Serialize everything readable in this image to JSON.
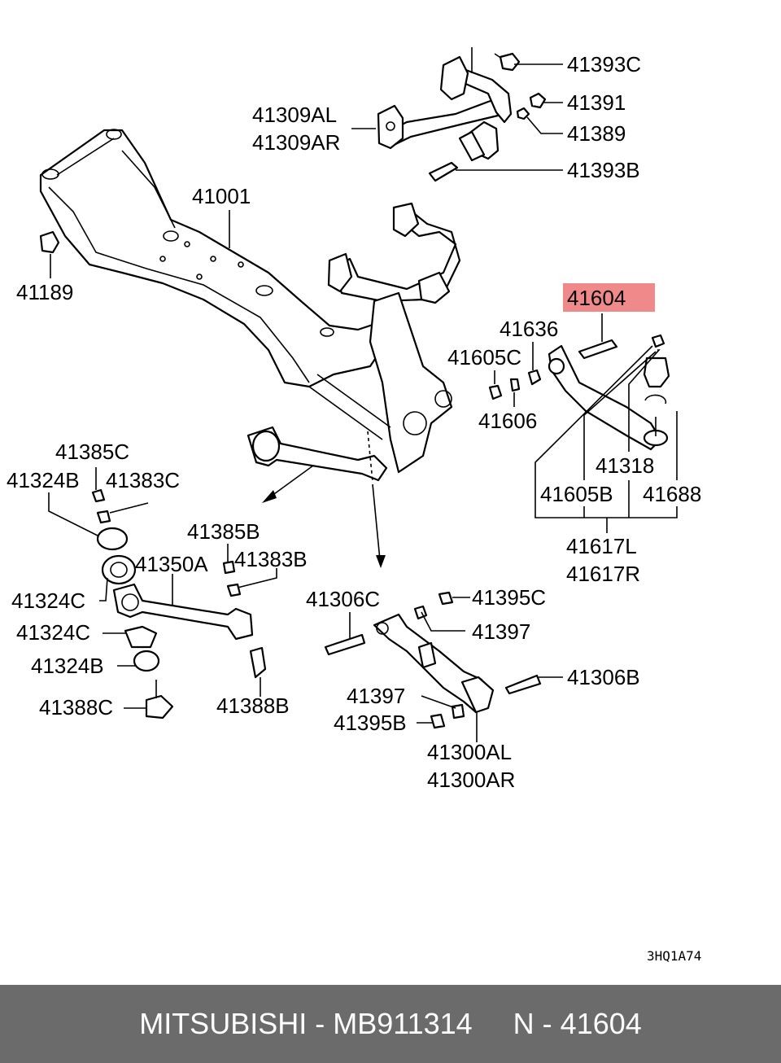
{
  "diagram": {
    "highlight_color": "#f08a8a",
    "labels": {
      "p41393C": "41393C",
      "p41391": "41391",
      "p41389": "41389",
      "p41393B": "41393B",
      "p41309AL": "41309AL",
      "p41309AR": "41309AR",
      "p41001": "41001",
      "p41189": "41189",
      "p41604": "41604",
      "p41636": "41636",
      "p41605C": "41605C",
      "p41606": "41606",
      "p41318": "41318",
      "p41605B": "41605B",
      "p41688": "41688",
      "p41617L": "41617L",
      "p41617R": "41617R",
      "p41385C": "41385C",
      "p41324B_a": "41324B",
      "p41383C": "41383C",
      "p41385B": "41385B",
      "p41350A": "41350A",
      "p41383B": "41383B",
      "p41324C_a": "41324C",
      "p41324C_b": "41324C",
      "p41324B_b": "41324B",
      "p41388C": "41388C",
      "p41388B": "41388B",
      "p41306C": "41306C",
      "p41395C": "41395C",
      "p41397_a": "41397",
      "p41306B": "41306B",
      "p41397_b": "41397",
      "p41395B": "41395B",
      "p41300AL": "41300AL",
      "p41300AR": "41300AR"
    },
    "code": "3HQ1A74"
  },
  "footer": {
    "text": "MITSUBISHI - MB911314     N - 41604",
    "background": "#6b6b6b"
  }
}
